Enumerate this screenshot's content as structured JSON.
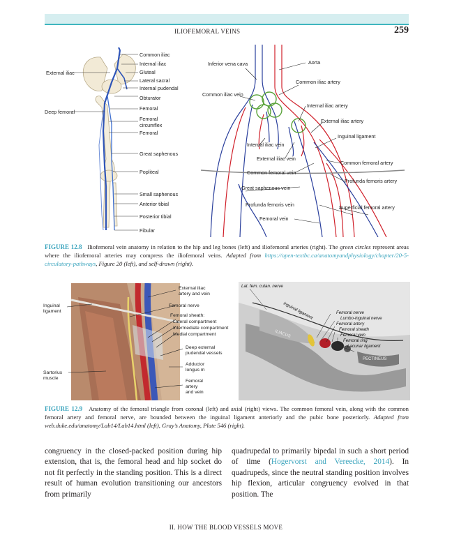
{
  "header": {
    "running_head": "ILIOFEMORAL VEINS",
    "page_number": "259"
  },
  "figure1": {
    "left_labels_right": [
      "Common iliac",
      "Internal iliac",
      "Gluteal",
      "Lateral sacral",
      "Internal pudendal",
      "Obturator",
      "Femoral",
      "Femoral",
      "circumflex",
      "Femoral",
      "Great saphenous",
      "Popliteal",
      "Small saphenous",
      "Anterior tibial",
      "Posterior tibial",
      "Fibular"
    ],
    "left_labels_left": [
      "External iliac",
      "Deep femoral"
    ],
    "right_labels": [
      "Inferior vena cava",
      "Aorta",
      "Common iliac artery",
      "Common iliac vein",
      "Internal iliac artery",
      "External iliac artery",
      "Inguinal ligament",
      "Internal iliac vein",
      "External iliac vein",
      "Common femoral artery",
      "Common femoral vein",
      "Profunda femoris artery",
      "Great saphenous vein",
      "Profunda femoris vein",
      "Superficial femoral artery",
      "Femoral vein"
    ],
    "caption_label": "FIGURE 12.8",
    "caption_text_a": "Iliofemoral vein anatomy in relation to the hip and leg bones (left) and iliofemoral arteries (right). The ",
    "caption_italic_a": "green circles",
    "caption_text_b": " represent areas where the iliofemoral arteries may compress the iliofemoral veins. ",
    "caption_italic_b": "Adapted from ",
    "caption_link": "https://open-textbc.ca/anatomyandphysiology/chapter/20-5-circulatory-pathways",
    "caption_italic_c": ", Figure 20 (left), and self-drawn (right)."
  },
  "figure2": {
    "left_labels": [
      "External iliac",
      "artery and vein",
      "Inguinal",
      "ligament",
      "Femoral nerve",
      "Femoral sheath:",
      "Lateral compartment",
      "Intermediate compartment",
      "Medial compartment",
      "Deep external",
      "pudendal vessels",
      "Adductor",
      "longus m",
      "Sartorius",
      "muscle",
      "Femoral",
      "artery",
      "and vein"
    ],
    "right_labels": [
      "Lat. fem. cutan. nerve",
      "Inguinal ligament",
      "Femoral nerve",
      "Lumbo-inguinal nerve",
      "Femoral artery",
      "Femoral sheath",
      "Femoral vein",
      "Femoral ring",
      "Lacunar ligament",
      "ILIACUS",
      "PECTINEUS"
    ],
    "caption_label": "FIGURE 12.9",
    "caption_text": "Anatomy of the femoral triangle from coronal (left) and axial (right) views. The common femoral vein, along with the common femoral artery and femoral nerve, are bounded between the inguinal ligament anteriorly and the pubic bone posteriorly. ",
    "caption_italic": "Adapted from web.duke.edu/anatomy/Lab14/Lab14.html (left), Gray’s Anatomy, Plate 546 (right)."
  },
  "body": {
    "col1": "congruency in the closed-packed position during hip extension, that is, the femoral head and hip socket do not fit perfectly in the standing position. This is a direct result of human evolution transitioning our ancestors from primarily",
    "col2_a": "quadrupedal to primarily bipedal in such a short period of time (",
    "col2_cite": "Hogervorst and Vereecke, 2014",
    "col2_b": "). In quadrupeds, since the neutral standing position involves hip flexion, articular congruency evolved in that position. The"
  },
  "footer": {
    "text": "II.  HOW THE BLOOD VESSELS MOVE"
  },
  "colors": {
    "accent": "#3aa4bd",
    "artery": "#d0202a",
    "vein": "#2a3f9c",
    "compression_circle": "#5aa33a"
  }
}
